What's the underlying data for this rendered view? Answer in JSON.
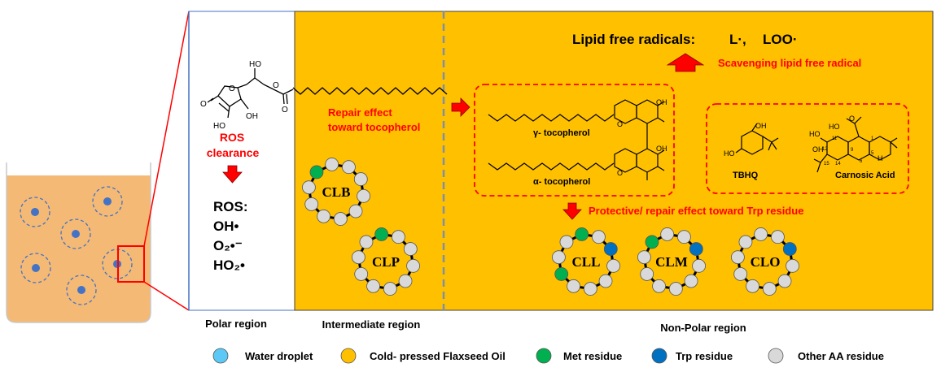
{
  "colors": {
    "oil": "#FFC000",
    "beaker_fill": "#F4B975",
    "beaker_stroke": "#C9C9C9",
    "red": "#FF0000",
    "dash_blue": "#7F8FA6",
    "droplet_blue": "#4472C4",
    "met_green": "#00B050",
    "trp_blue": "#0070C0",
    "other_gray": "#D9D9D9",
    "water_blue": "#5BC8F5"
  },
  "regions": {
    "polar": "Polar region",
    "intermediate": "Intermediate region",
    "nonpolar": "Non-Polar region"
  },
  "polar": {
    "ros_clearance_line1": "ROS",
    "ros_clearance_line2": "clearance",
    "ros_title": "ROS:",
    "ros_species": [
      "OH•",
      "O",
      "HO",
      "•"
    ],
    "o2_label": "O₂•⁻",
    "ho2_label": "HO₂•",
    "oh_label": "OH•"
  },
  "intermediate": {
    "repair_line1": "Repair effect",
    "repair_line2": "toward tocopherol",
    "clb": "CLB",
    "clp": "CLP"
  },
  "nonpolar": {
    "lipid_radicals_label": "Lipid free radicals:",
    "lipid_radical_1": "L·,",
    "lipid_radical_2": "LOO·",
    "scavenging": "Scavenging lipid free radical",
    "gamma_toco": "γ- tocopherol",
    "alpha_toco": "α- tocopherol",
    "tbhq": "TBHQ",
    "carnosic": "Carnosic Acid",
    "protective": "Protective/ repair effect toward Trp residue",
    "cll": "CLL",
    "clm": "CLM",
    "clo": "CLO",
    "oh": "OH",
    "ho": "HO",
    "h": "H",
    "o": "O",
    "c12": "12",
    "c11": "11",
    "c14": "14",
    "c15": "15",
    "c6": "6",
    "c9": "9",
    "c1": "1",
    "c5": "5"
  },
  "ascorbyl": {
    "o": "O",
    "ho_top": "HO",
    "ho_bottom": "HO",
    "oh": "OH",
    "o_ring": "O",
    "o_ester": "O"
  },
  "legend": {
    "water": "Water droplet",
    "oil": "Cold- pressed Flaxseed Oil",
    "met": "Met residue",
    "trp": "Trp residue",
    "other": "Other AA residue"
  }
}
